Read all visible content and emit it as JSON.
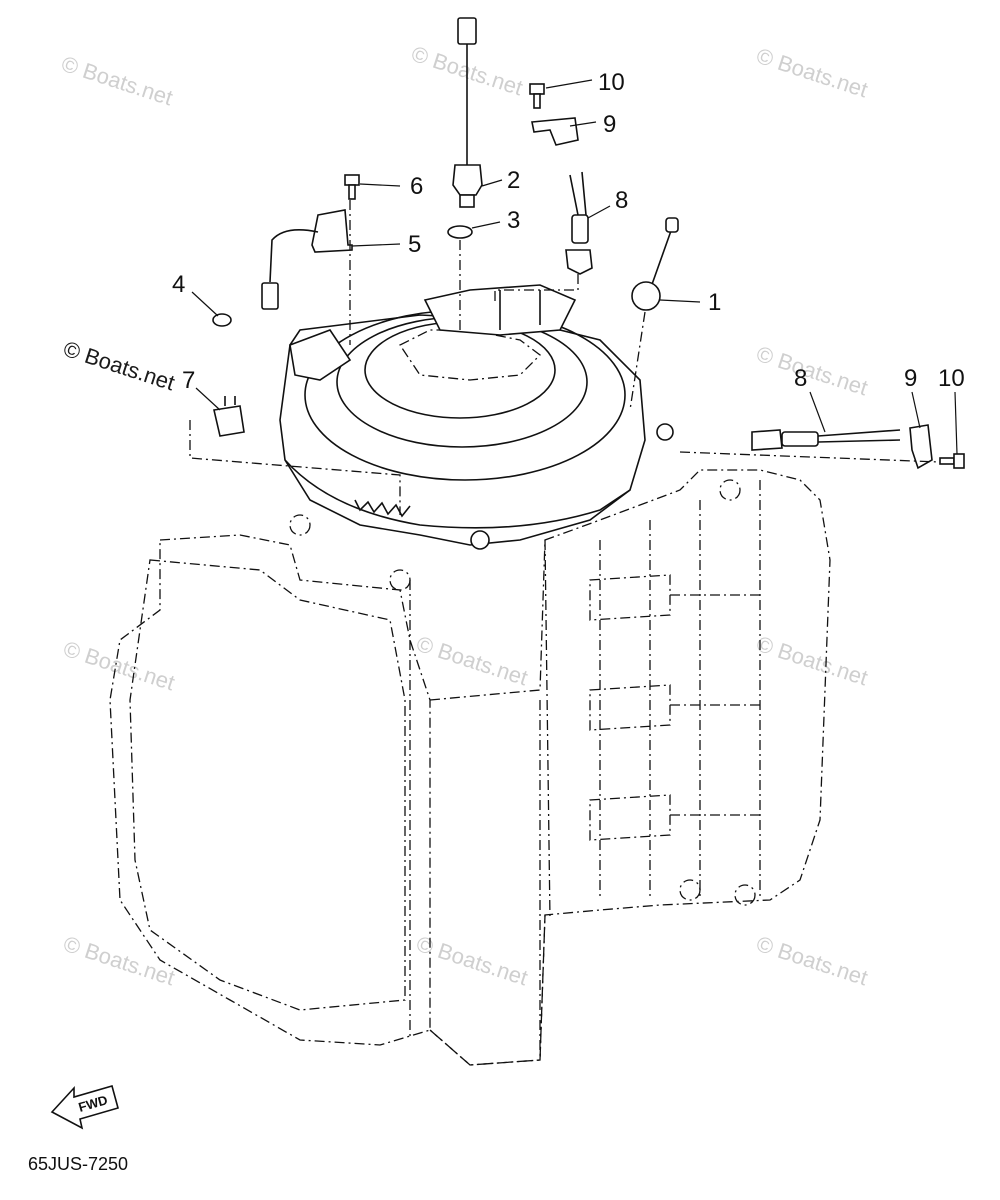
{
  "watermark": {
    "text": "© Boats.net"
  },
  "callouts": [
    "10",
    "9",
    "2",
    "8",
    "6",
    "3",
    "5",
    "4",
    "1",
    "7",
    "8",
    "9",
    "10"
  ],
  "fwd_label": "FWD",
  "drawing_code": "65JUS-7250",
  "colors": {
    "ink": "#111111",
    "watermark": "#cfcfcf",
    "background": "#ffffff"
  }
}
